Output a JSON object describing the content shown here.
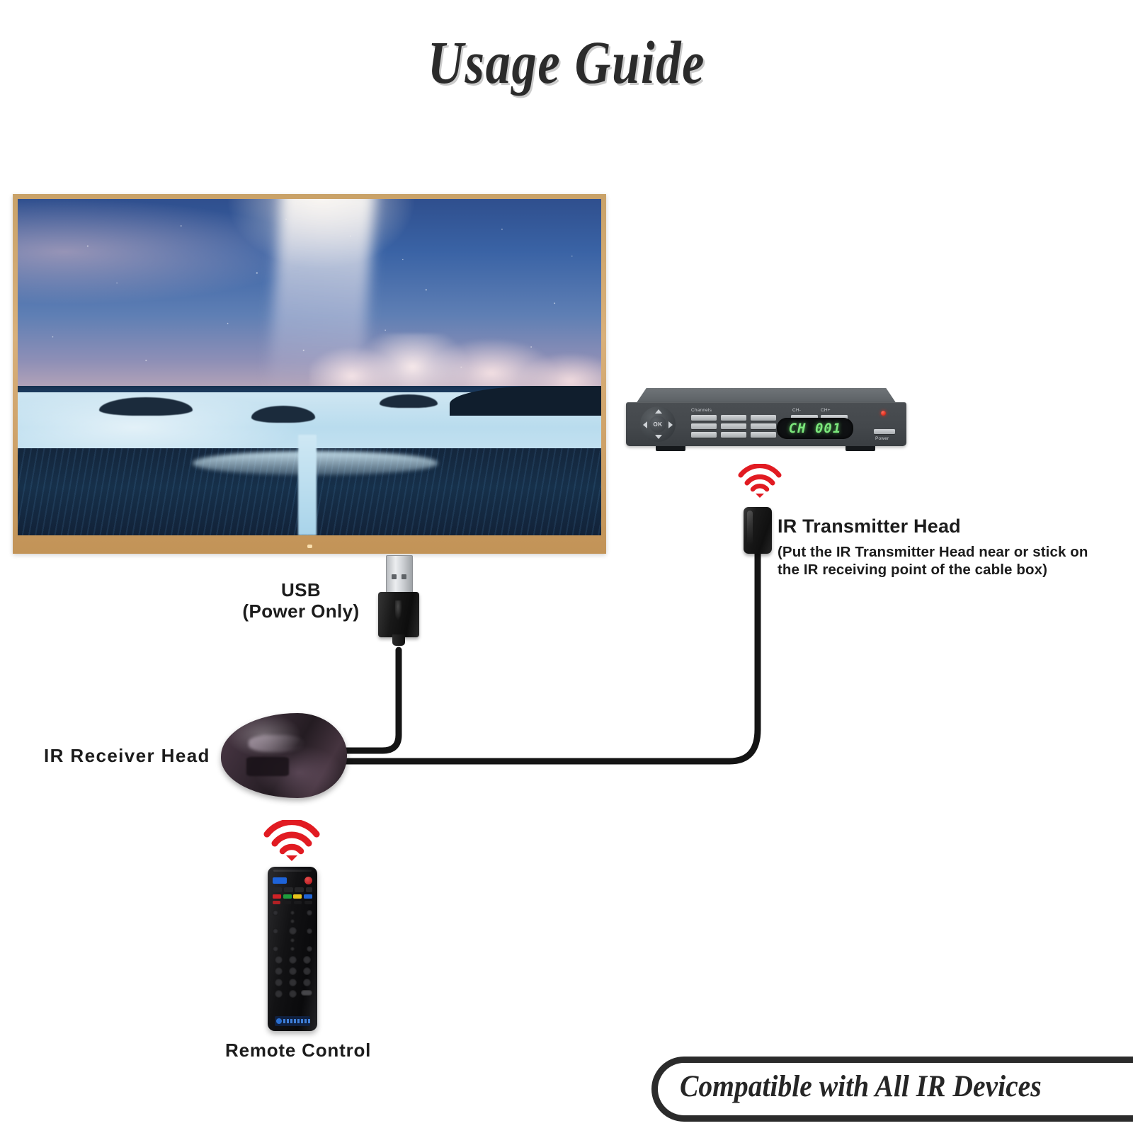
{
  "page": {
    "title": "Usage Guide"
  },
  "tv": {
    "name": "television",
    "screen_content": "night sky milky way over sea and rocks",
    "bezel_color": "#d9b07a",
    "indicator_led": ""
  },
  "cable_box": {
    "dpad_ok_label": "OK",
    "channels_label": "Channels",
    "ch_down_label": "CH-",
    "ch_up_label": "CH+",
    "display_value": "CH 001",
    "display_color": "#7ce87c",
    "power_label": "Power",
    "led_color": "#cc1200"
  },
  "ir_transmitter": {
    "title": "IR Transmitter Head",
    "note": "(Put the IR Transmitter Head near or stick on the IR receiving point of the cable box)",
    "signal_icon": "ir-signal-icon",
    "signal_color": "#e11b22"
  },
  "ir_receiver": {
    "title": "IR Receiver Head"
  },
  "usb": {
    "line1": "USB",
    "line2": "(Power Only)"
  },
  "remote": {
    "title": "Remote Control",
    "signal_icon": "ir-signal-icon",
    "signal_color": "#e11b22",
    "color_buttons": [
      "#d02226",
      "#1f9d3d",
      "#e8c51b",
      "#1f63d4"
    ],
    "power_button_color": "#b4151a",
    "blue_button_color": "#1e63d8"
  },
  "banner": {
    "text": "Compatible with All IR Devices",
    "border_color": "#2b2b2b"
  }
}
